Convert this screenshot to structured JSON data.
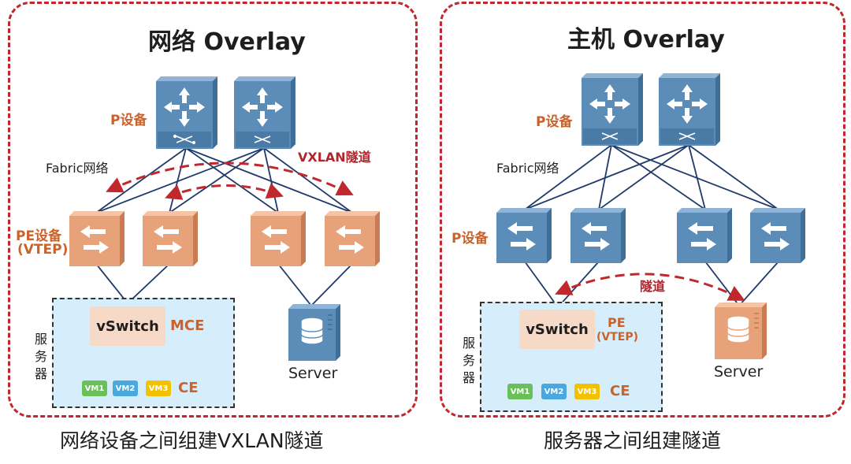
{
  "left": {
    "title": "网络 Overlay",
    "caption": "网络设备之间组建VXLAN隧道",
    "p_label": "P设备",
    "fabric_label": "Fabric网络",
    "tunnel_label": "VXLAN隧道",
    "pe_label_line1": "PE设备",
    "pe_label_line2": "(VTEP)",
    "server_box_label": "服务器",
    "vswitch_label": "vSwitch",
    "vswitch_role": "MCE",
    "vm_labels": [
      "VM1",
      "VM2",
      "VM3"
    ],
    "vm_role": "CE",
    "server_label": "Server"
  },
  "right": {
    "title": "主机 Overlay",
    "caption": "服务器之间组建隧道",
    "p_label": "P设备",
    "fabric_label": "Fabric网络",
    "leaf_label": "P设备",
    "tunnel_label": "隧道",
    "server_box_label": "服务器",
    "vswitch_label": "vSwitch",
    "vswitch_role_line1": "PE",
    "vswitch_role_line2": "(VTEP)",
    "vm_labels": [
      "VM1",
      "VM2",
      "VM3"
    ],
    "vm_role": "CE",
    "server_label": "Server"
  },
  "colors": {
    "border_dashed": "#c0282d",
    "tunnel_red": "#c0282d",
    "orange_text": "#c9622b",
    "device_blue": "#5b8db8",
    "device_orange": "#e8a27a",
    "server_box_fill": "#d6eefb"
  },
  "icons": {
    "core_switch": "core-switch-icon",
    "access_switch": "access-switch-icon",
    "server": "server-icon"
  }
}
